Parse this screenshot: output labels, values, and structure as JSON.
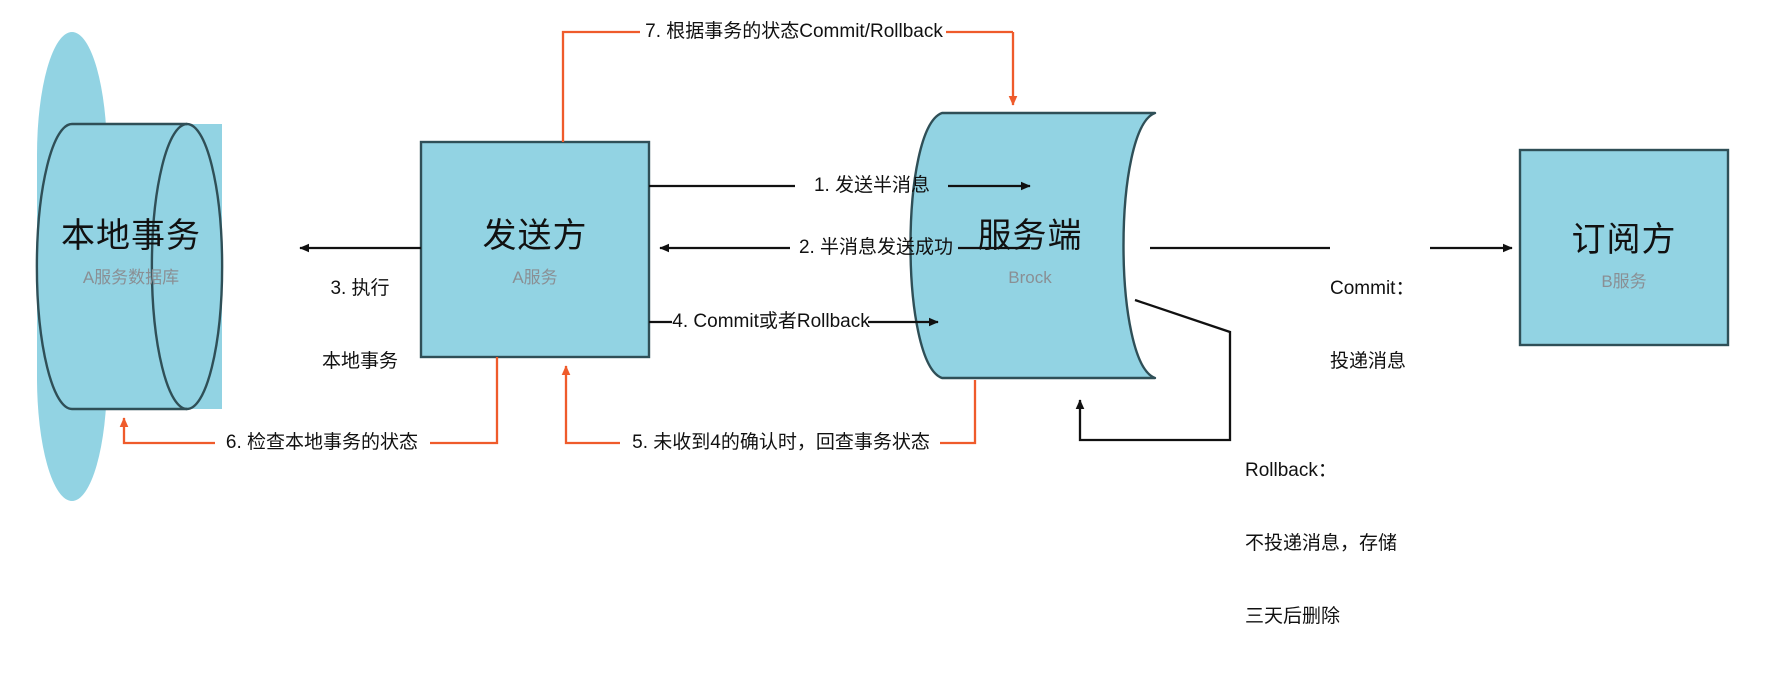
{
  "diagram": {
    "type": "flow-diagram",
    "title": "RocketMQ 事务消息流程",
    "colors": {
      "node_fill": "#92d3e3",
      "node_stroke": "#2f4f57",
      "black_edge": "#111111",
      "orange_edge": "#ef5b2b",
      "subtitle": "#8a8f94",
      "background": "#ffffff"
    },
    "nodes": [
      {
        "id": "db",
        "shape": "cylinder",
        "title": "本地事务",
        "subtitle": "A服务数据库"
      },
      {
        "id": "sender",
        "shape": "rect",
        "title": "发送方",
        "subtitle": "A服务"
      },
      {
        "id": "broker",
        "shape": "wave",
        "title": "服务端",
        "subtitle": "Brock"
      },
      {
        "id": "consumer",
        "shape": "rect",
        "title": "订阅方",
        "subtitle": "B服务"
      }
    ],
    "edges": [
      {
        "id": "e7",
        "label": "7. 根据事务的状态Commit/Rollback",
        "color": "orange",
        "from": "sender",
        "to": "broker"
      },
      {
        "id": "e1",
        "label": "1. 发送半消息",
        "color": "black",
        "from": "sender",
        "to": "broker"
      },
      {
        "id": "e2",
        "label": "2. 半消息发送成功",
        "color": "black",
        "from": "broker",
        "to": "sender"
      },
      {
        "id": "e3",
        "label": "3. 执行\n本地事务",
        "color": "black",
        "from": "sender",
        "to": "db"
      },
      {
        "id": "e4",
        "label": "4. Commit或者Rollback",
        "color": "black",
        "from": "sender",
        "to": "broker"
      },
      {
        "id": "e5",
        "label": "5. 未收到4的确认时，回查事务状态",
        "color": "orange",
        "from": "broker",
        "to": "sender"
      },
      {
        "id": "e6",
        "label": "6. 检查本地事务的状态",
        "color": "orange",
        "from": "sender",
        "to": "db"
      },
      {
        "id": "ec",
        "label": "Commit：\n投递消息",
        "color": "black",
        "from": "broker",
        "to": "consumer"
      },
      {
        "id": "er",
        "label": "Rollback：\n不投递消息，存储\n三天后删除",
        "color": "black",
        "from": "broker",
        "to": "broker"
      }
    ],
    "edge_labels": {
      "e7": "7. 根据事务的状态Commit/Rollback",
      "e1": "1. 发送半消息",
      "e2": "2. 半消息发送成功",
      "e3_line1": "3. 执行",
      "e3_line2": "本地事务",
      "e4": "4. Commit或者Rollback",
      "e5": "5. 未收到4的确认时，回查事务状态",
      "e6": "6. 检查本地事务的状态",
      "ec_line1": "Commit：",
      "ec_line2": "投递消息",
      "er_line1": "Rollback：",
      "er_line2": "不投递消息，存储",
      "er_line3": "三天后删除"
    },
    "node_labels": {
      "db_title": "本地事务",
      "db_sub": "A服务数据库",
      "sender_title": "发送方",
      "sender_sub": "A服务",
      "broker_title": "服务端",
      "broker_sub": "Brock",
      "consumer_title": "订阅方",
      "consumer_sub": "B服务"
    }
  }
}
